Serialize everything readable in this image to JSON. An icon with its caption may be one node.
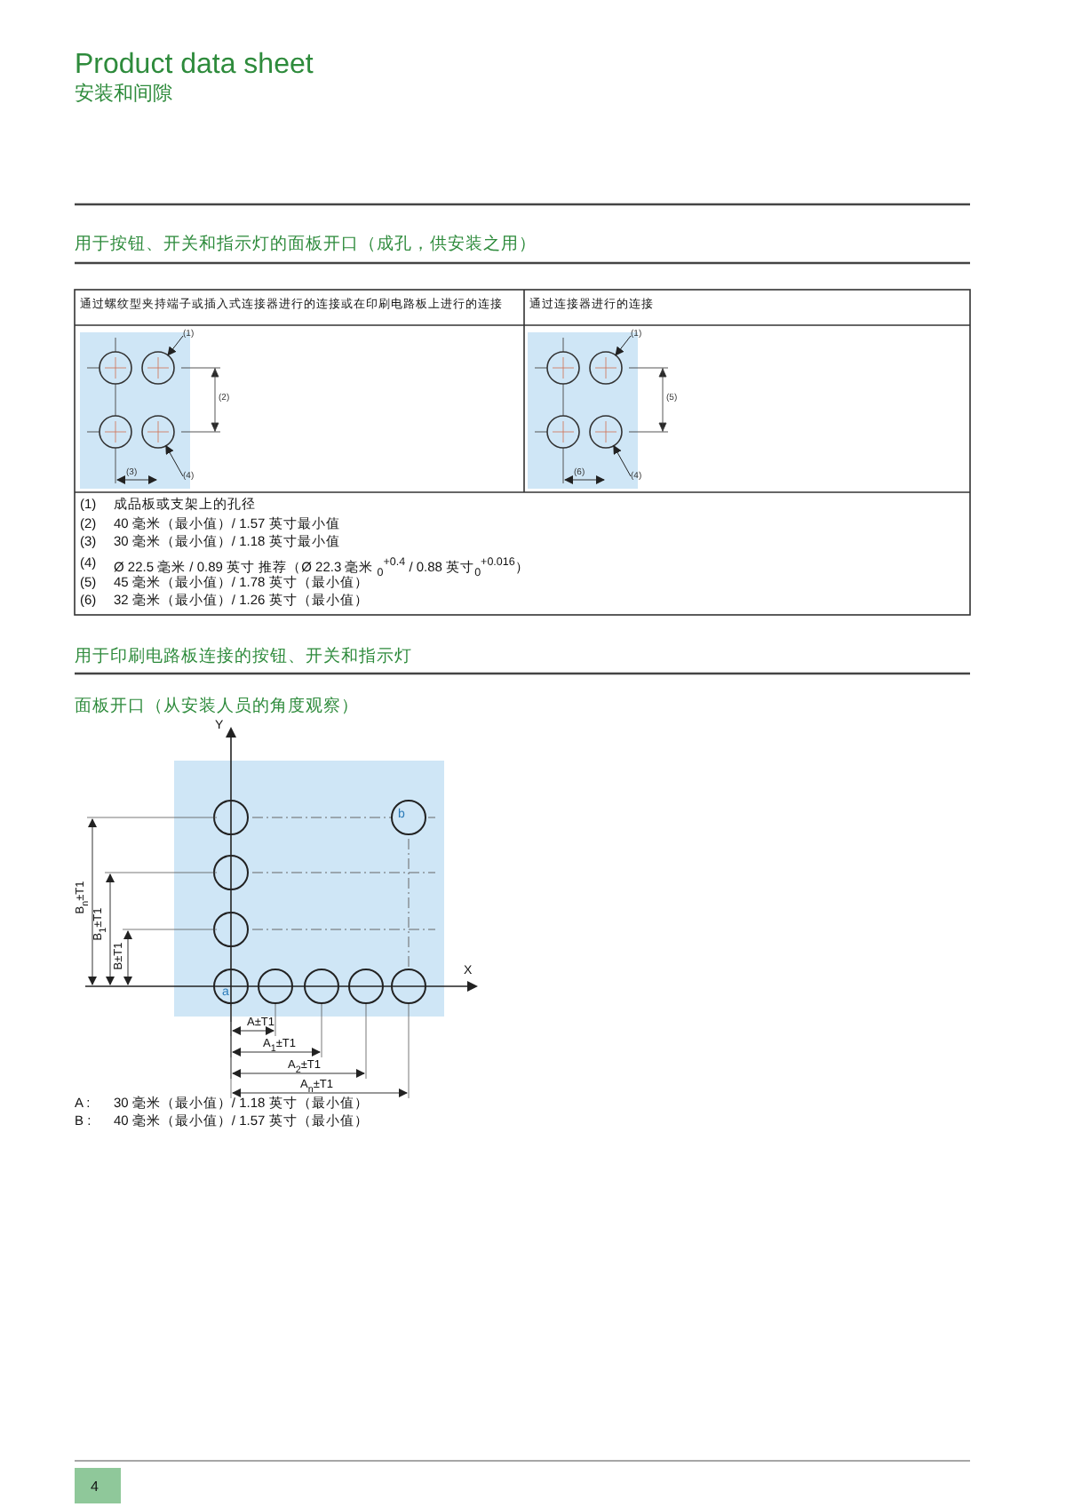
{
  "diagram": {
    "title": "Product data sheet",
    "nodes": [
      {
        "text": [
          "(1)"
        ]
      },
      {
        "text": [
          "(4)"
        ]
      },
      {
        "text": [
          "(1)"
        ]
      },
      {
        "text": [
          "(4)"
        ]
      },
      {
        "text": [],
        "shape": "circle"
      },
      {
        "text": [],
        "shape": "circle"
      },
      {
        "text": [],
        "shape": "circle"
      },
      {
        "text": [],
        "shape": "circle"
      }
    ],
    "edges": [
      {
        "from": 0,
        "to": 4,
        "arrow": "to"
      },
      {
        "from": 1,
        "to": 5,
        "arrow": "to"
      },
      {
        "from": 2,
        "to": 6,
        "arrow": "to"
      },
      {
        "from": 3,
        "to": 7,
        "arrow": "to"
      }
    ],
    "labels": [
      "安装和间隙",
      "用于按钮、开关和指示灯的面板开口（成孔，供安装之用）",
      "通过螺纹型夹持端子或插入式连接器进行的连接或在印刷电路板上进行的连接",
      "通过连接器进行的连接",
      "(2)",
      "(3)",
      "(5)",
      "(6)",
      "(1)",
      "成品板或支架上的孔径",
      "(2)",
      "40 毫米（最小值）/ 1.57 英寸最小值",
      "(3)",
      "30 毫米（最小值）/ 1.18 英寸最小值",
      "(4)",
      "Ø 22.5 毫米 / 0.89 英寸 推荐（Ø 22.3 毫米 $_{0}$$^{+0.4}$ / 0.88 英寸$_{0}$$^{+0.016}$）",
      "(5)",
      "45 毫米（最小值）/ 1.78 英寸（最小值）",
      "(6)",
      "32 毫米（最小值）/ 1.26 英寸（最小值）",
      "用于印刷电路板连接的按钮、开关和指示灯",
      "面板开口（从安装人员的角度观察）",
      "Y",
      "X",
      "b",
      "a",
      "B$_{n}$±T1",
      "B$_{1}$±T1",
      "B±T1",
      "A±T1",
      "A$_{1}$±T1",
      "A$_{2}$±T1",
      "A$_{n}$±T1",
      "A :",
      "30 毫米（最小值）/ 1.18 英寸（最小值）",
      "B :",
      "40 毫米（最小值）/ 1.57 英寸（最小值）",
      "4"
    ]
  }
}
